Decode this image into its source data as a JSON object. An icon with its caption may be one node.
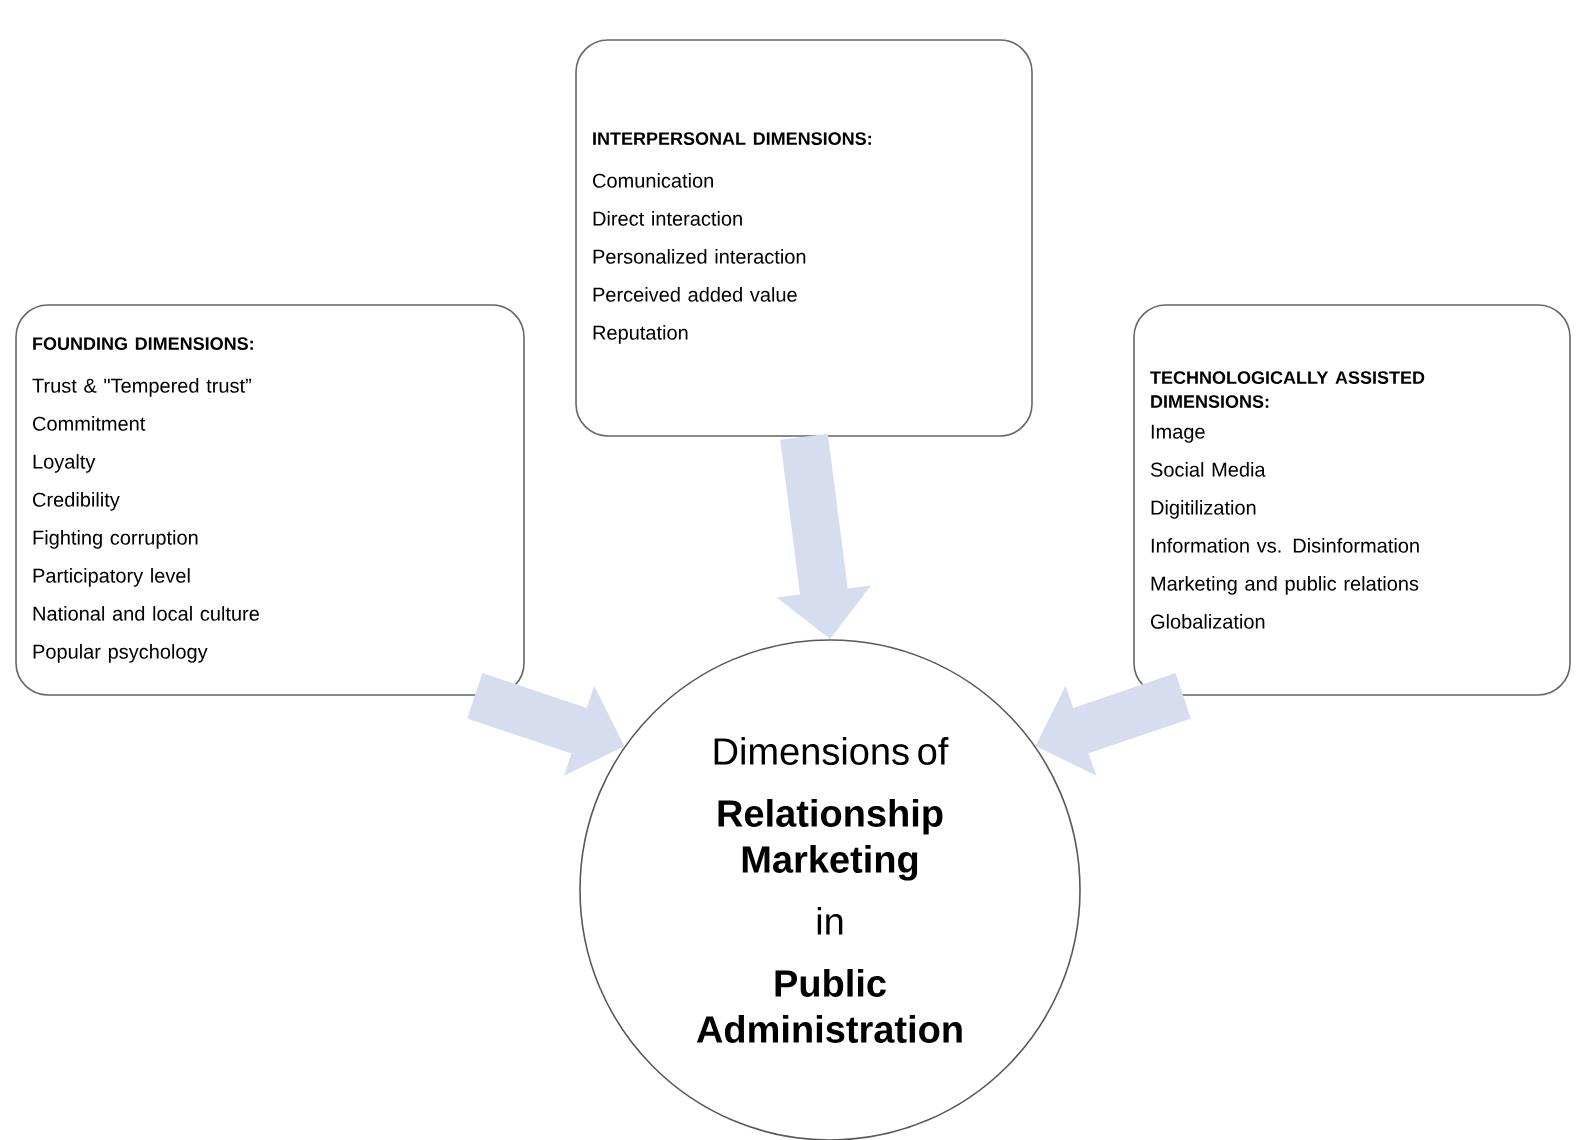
{
  "diagram": {
    "nodes": [
      {
        "text": [
          "FOUNDING DIMENSIONS:",
          "Trust & \"Tempered trust”",
          "Commitment",
          "Loyalty",
          "Credibility",
          "Fighting corruption",
          "Participatory level",
          "National and local culture",
          "Popular psychology"
        ]
      },
      {
        "text": [
          "INTERPERSONAL DIMENSIONS:",
          "Comunication",
          "Direct interaction",
          "Personalized interaction",
          "Perceived added value",
          "Reputation"
        ]
      },
      {
        "text": [
          "TECHNOLOGICALLY ASSISTED DIMENSIONS:",
          "Image",
          "Social Media",
          "Digitilization",
          "Information vs. Disinformation",
          "Marketing and public relations",
          "Globalization"
        ]
      },
      {
        "text": [
          "Dimensions of",
          "Relationship Marketing",
          "in",
          "Public Administration"
        ]
      }
    ],
    "edges": [
      {
        "from": 0,
        "to": 3,
        "arrow": "to"
      },
      {
        "from": 1,
        "to": 3,
        "arrow": "to"
      },
      {
        "from": 2,
        "to": 3,
        "arrow": "to"
      }
    ]
  }
}
